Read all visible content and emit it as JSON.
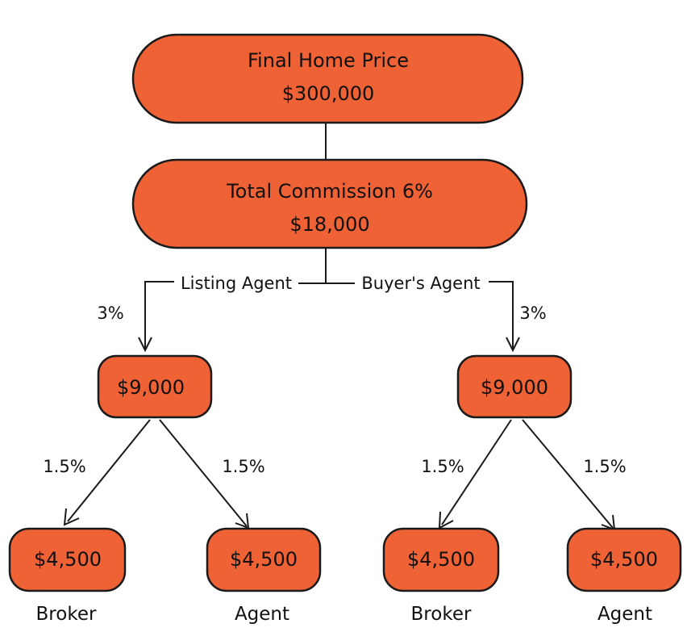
{
  "colors": {
    "node_fill": "#ee6236",
    "stroke": "#1a1a1a",
    "text": "#111111"
  },
  "root": {
    "title": "Final Home Price",
    "value": "$300,000"
  },
  "commission": {
    "title": "Total Commission 6%",
    "value": "$18,000"
  },
  "branches": {
    "listing_label": "Listing Agent",
    "buyer_label": "Buyer's Agent",
    "listing_pct": "3%",
    "buyer_pct": "3%"
  },
  "listing": {
    "value": "$9,000",
    "broker_pct": "1.5%",
    "agent_pct": "1.5%",
    "broker_value": "$4,500",
    "agent_value": "$4,500",
    "broker_caption": "Broker",
    "agent_caption": "Agent"
  },
  "buyer": {
    "value": "$9,000",
    "broker_pct": "1.5%",
    "agent_pct": "1.5%",
    "broker_value": "$4,500",
    "agent_value": "$4,500",
    "broker_caption": "Broker",
    "agent_caption": "Agent"
  }
}
